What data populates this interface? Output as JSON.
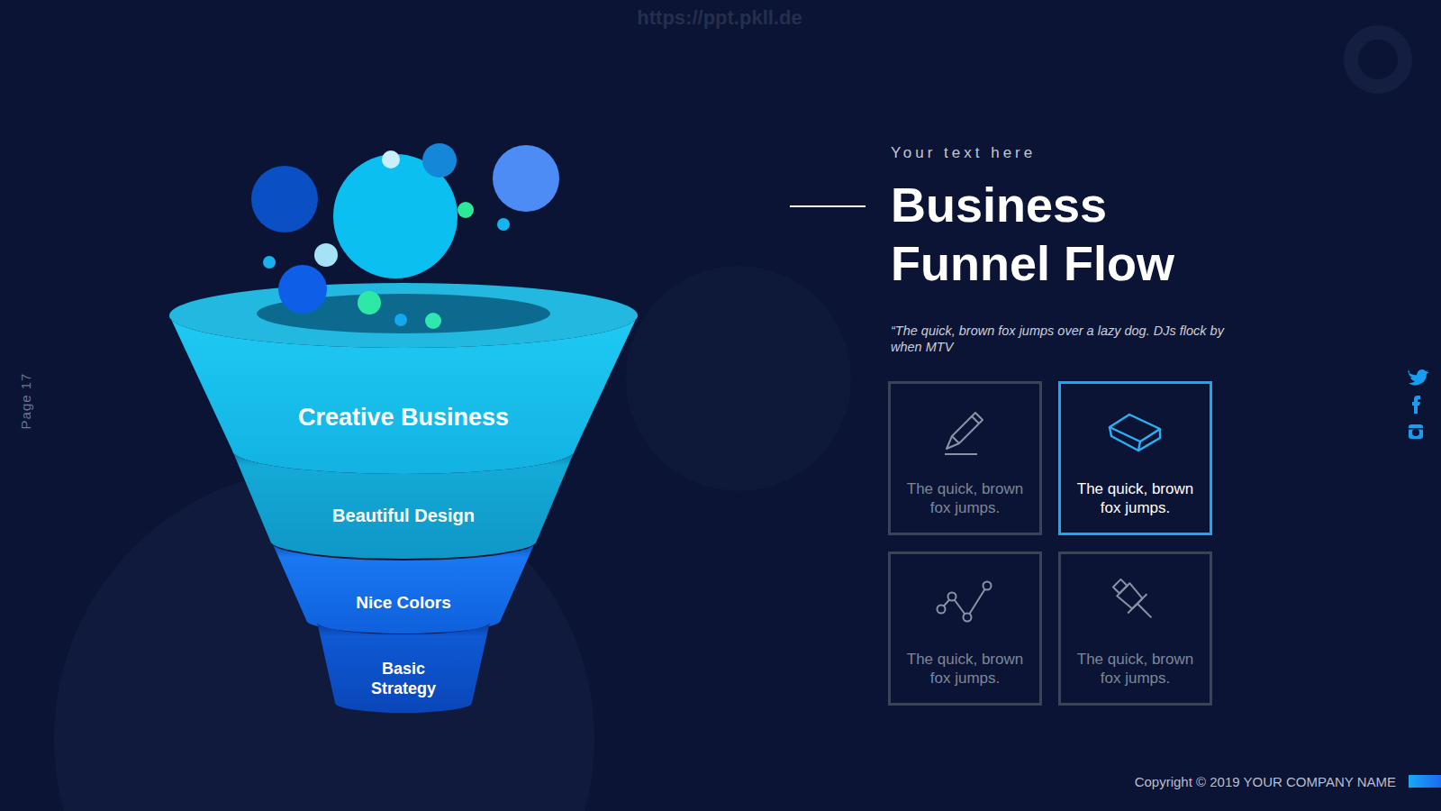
{
  "diagram": {
    "title": "Business Funnel Flow",
    "nodes": [
      {
        "text": [
          "Creative Business"
        ]
      },
      {
        "text": [
          "Beautiful Design"
        ]
      },
      {
        "text": [
          "Nice Colors"
        ]
      },
      {
        "text": [
          "Basic Strategy"
        ]
      },
      {
        "text": [
          "The quick, brown fox jumps."
        ]
      },
      {
        "text": [
          "The quick, brown fox jumps."
        ]
      },
      {
        "text": [
          "The quick, brown fox jumps."
        ]
      },
      {
        "text": [
          "The quick, brown fox jumps."
        ]
      }
    ],
    "labels": [
      "https://ppt.pkll.de",
      "Your text here",
      "“The quick, brown fox jumps over a lazy dog. DJs flock by when MTV",
      "Page 17",
      "Copyright © 2019 YOUR COMPANY NAME"
    ]
  }
}
